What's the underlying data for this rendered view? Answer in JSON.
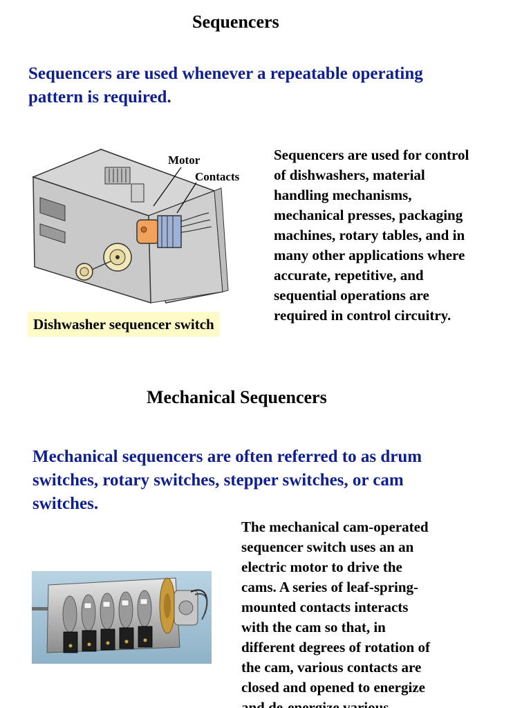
{
  "section1": {
    "title": "Sequencers",
    "intro_lines": [
      "Sequencers are used whenever a repeatable operating",
      "pattern is required."
    ],
    "figure": {
      "callouts": {
        "motor": "Motor",
        "contacts": "Contacts"
      },
      "caption": "Dishwasher sequencer switch"
    },
    "description_lines": [
      "Sequencers are used for control",
      "of dishwashers, material",
      "handling mechanisms,",
      "mechanical presses, packaging",
      "machines, rotary tables, and in",
      "many other applications where",
      "accurate, repetitive, and",
      "sequential operations are",
      "required in control circuitry."
    ]
  },
  "section2": {
    "title": "Mechanical Sequencers",
    "intro_lines": [
      "Mechanical sequencers are often referred to as drum",
      "switches, rotary switches, stepper switches, or cam",
      "switches."
    ],
    "description_lines": [
      "The mechanical cam-operated",
      "sequencer switch uses an an",
      "electric motor to drive the",
      "cams. A series of leaf-spring-",
      "mounted contacts interacts",
      "with the cam so that, in",
      "different degrees of rotation of",
      "the cam, various contacts are",
      "closed and opened to energize",
      "and de-energize various"
    ]
  }
}
